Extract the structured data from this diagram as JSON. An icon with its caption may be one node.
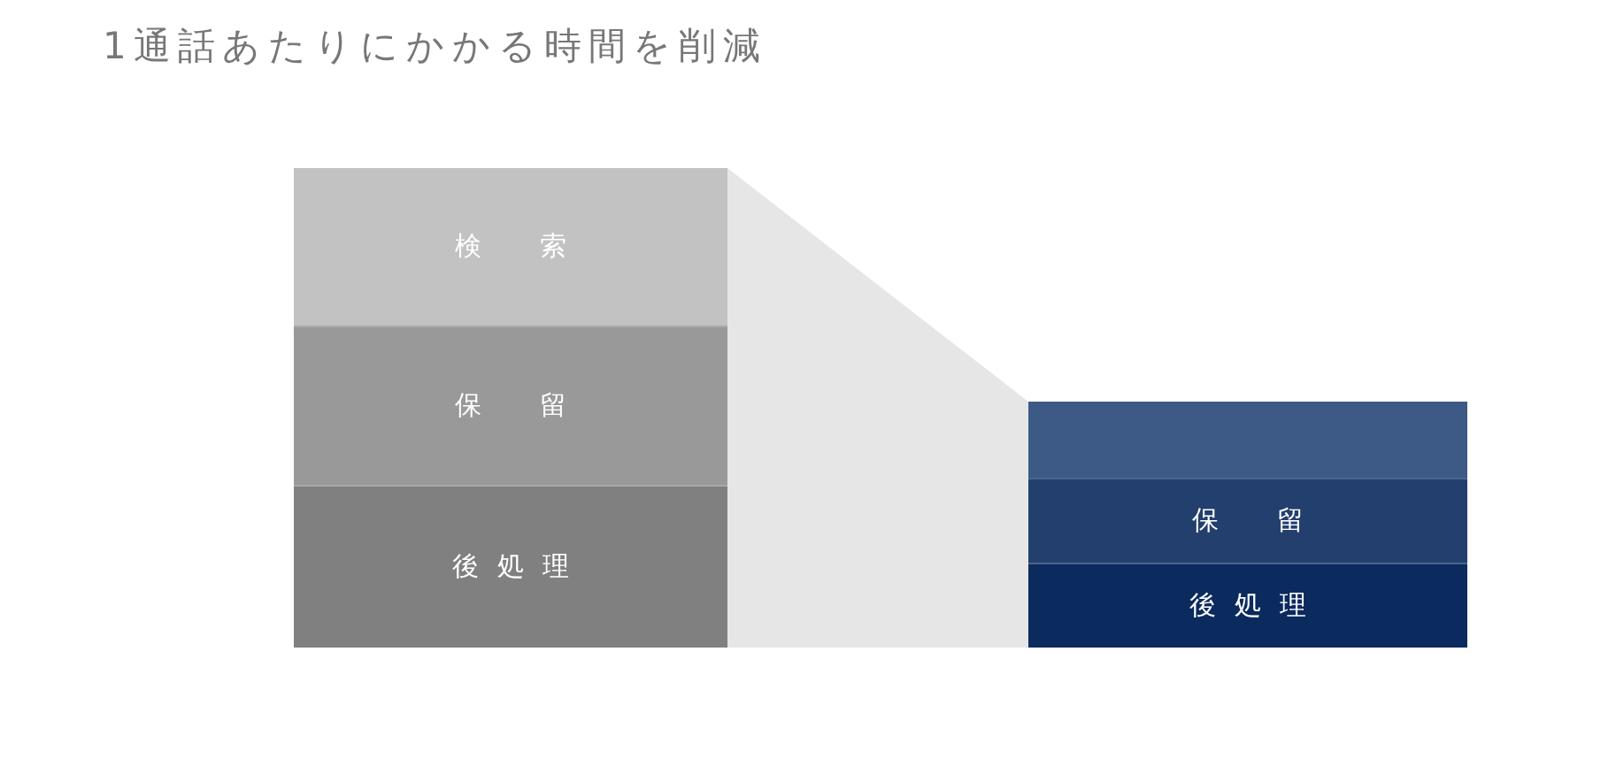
{
  "diagram": {
    "title": "1通話あたりにかかる時間を削減",
    "nodes": [
      {
        "text": [
          "検索"
        ]
      },
      {
        "text": [
          "保留"
        ]
      },
      {
        "text": [
          "後処理"
        ]
      },
      {
        "text": [],
        "shape": "band"
      },
      {
        "text": [],
        "shape": "box"
      },
      {
        "text": [
          "保留"
        ]
      },
      {
        "text": [
          "後処理"
        ]
      }
    ]
  }
}
